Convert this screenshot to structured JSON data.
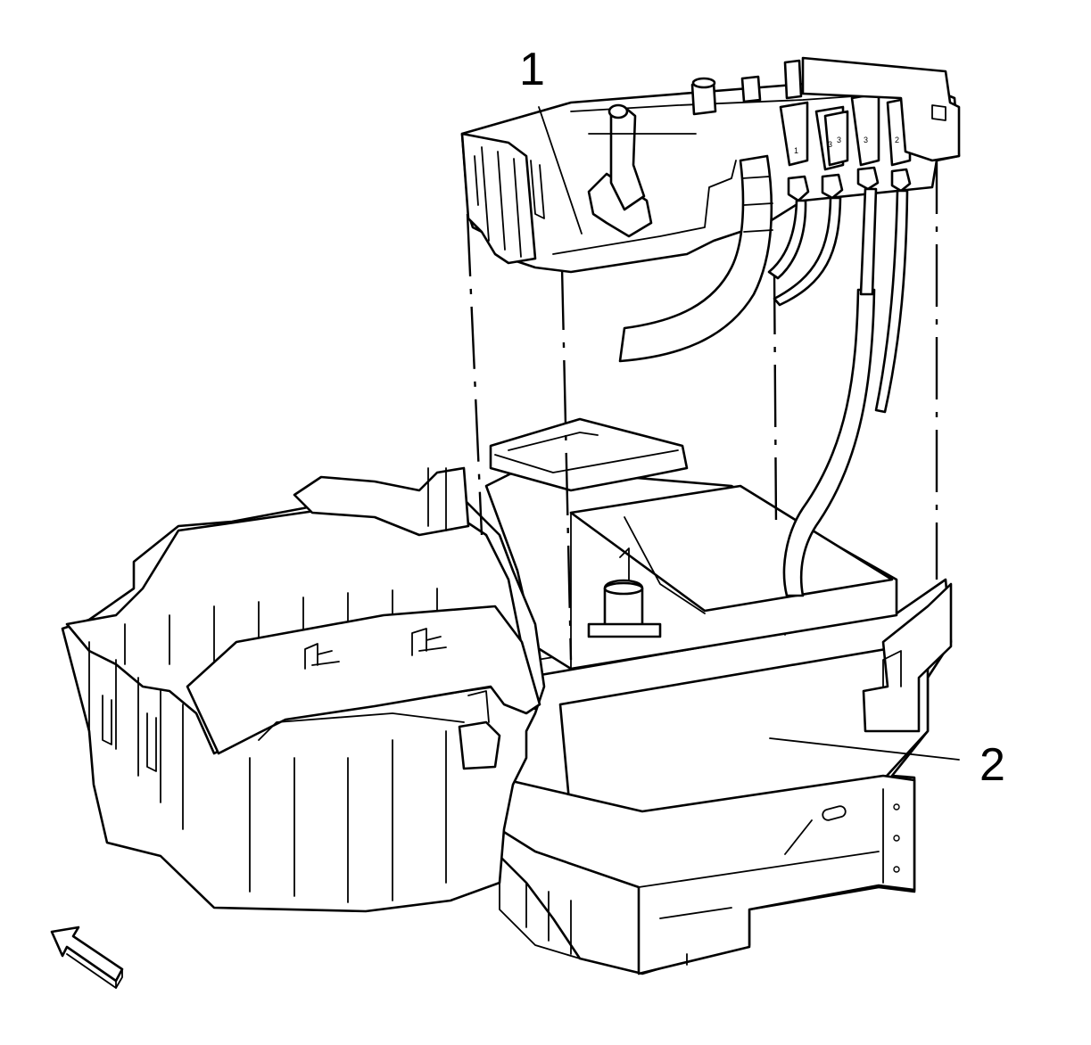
{
  "diagram": {
    "callouts": [
      {
        "label": "1"
      },
      {
        "label": "2"
      }
    ],
    "fuse_tags": [
      "1",
      "3",
      "3",
      "3",
      "2"
    ]
  }
}
